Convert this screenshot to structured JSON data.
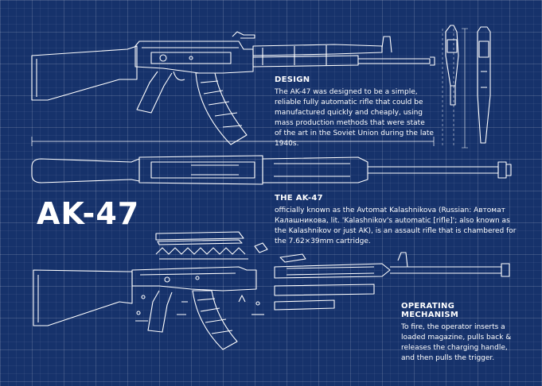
{
  "poster": {
    "title": "AK-47",
    "design": {
      "heading": "DESIGN",
      "text": "The AK-47 was designed to be a simple, reliable fully automatic rifle that could be manufactured quickly and cheaply, using mass production methods that were state of the art in the Soviet Union during the late 1940s."
    },
    "about": {
      "heading": "THE AK-47",
      "text": "officially known as the Avtomat Kalashnikova (Russian: Автомат Калашникова, lit. 'Kalashnikov's automatic [rifle]'; also known as the Kalashnikov or just AK), is an assault rifle that is chambered for the 7.62×39mm cartridge."
    },
    "mechanism": {
      "heading": "OPERATING MECHANISM",
      "text": "To fire, the operator inserts a loaded magazine, pulls back & releases the charging handle, and then pulls the trigger."
    }
  },
  "colors": {
    "background": "#16326b",
    "line": "#ffffff"
  }
}
